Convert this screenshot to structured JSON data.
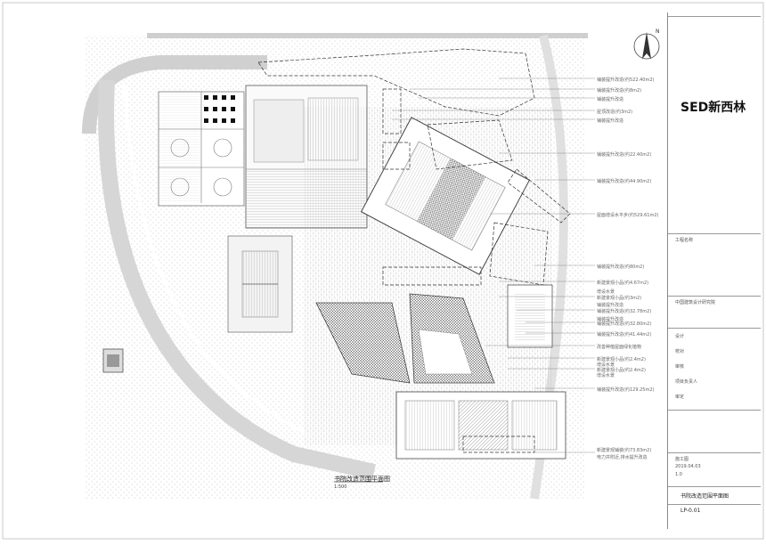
{
  "drawing": {
    "title": "书院改造范围平面图",
    "scale": "1:500",
    "north_label": "N"
  },
  "callouts": [
    "铺装提升改造(约522.40m2)",
    "铺装提升改造(约8m2)",
    "铺装提升改造",
    "屋顶改造(约3m2)",
    "铺装提升改造",
    "铺装提升改造(约22.40m2)",
    "铺装提升改造(约44.90m2)",
    "屋面增设水平步(约529.61m2)",
    "铺装提升改造(约80m2)",
    "新建景观小品(约4.67m2)",
    "增设水景",
    "新建景观小品(约3m2)",
    "铺装提升改造",
    "铺装提升改造(约32.78m2)",
    "铺装提升改造",
    "铺装提升改造(约32.80m2)",
    "铺装提升改造(约41.44m2)",
    "改善种植屋面绿化植物",
    "新建景观小品(约2.4m2)",
    "增设水景",
    "新建景观小品(约2.4m2)",
    "增设水景",
    "铺装提升改造(约129.25m2)",
    "新建景观铺装(约73.83m2)",
    "电力井附近,排水提升改造"
  ],
  "title_block": {
    "logo_text": "SED新西林",
    "project_label": "工程名称",
    "design_unit": "中国建筑设计研究院",
    "roles": [
      "设计",
      "校对",
      "审核",
      "项目负责人",
      "审定"
    ],
    "stage": "施工图",
    "date": "2019.04.03",
    "sheet_title": "书院改造范围平面图",
    "sheet_number": "LP-0.01",
    "version": "1.0"
  },
  "colors": {
    "line": "#5a5a5a",
    "light_line": "#9a9a9a",
    "hatch": "#777777",
    "road": "#d6d6d6"
  }
}
